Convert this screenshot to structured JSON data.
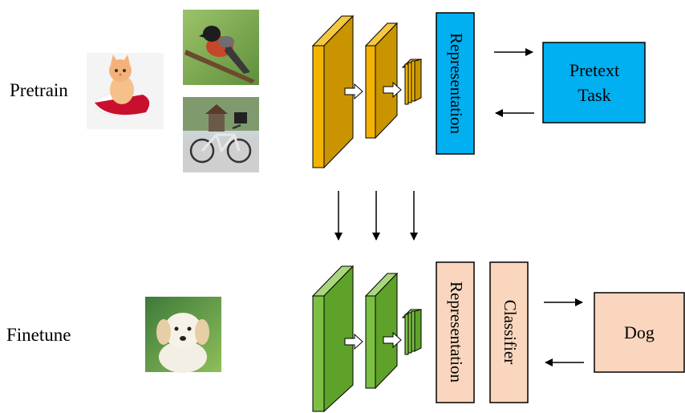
{
  "stages": {
    "pretrain_label": "Pretrain",
    "finetune_label": "Finetune"
  },
  "pretrain": {
    "representation_label": "Representation",
    "task_line1": "Pretext",
    "task_line2": "Task"
  },
  "finetune": {
    "representation_label": "Representation",
    "classifier_label": "Classifier",
    "output_label": "Dog"
  },
  "images": {
    "pretrain": [
      "kitten-photo",
      "bird-photo",
      "bicycle-photo"
    ],
    "finetune": [
      "puppy-photo"
    ]
  },
  "colors": {
    "pretrain_layer": "#f2b400",
    "pretrain_layer_side": "#c99400",
    "finetune_layer": "#7bc043",
    "finetune_layer_side": "#5ea22a",
    "pretrain_box": "#00b0f0",
    "finetune_box": "#f9d6bd",
    "stroke": "#000000"
  }
}
